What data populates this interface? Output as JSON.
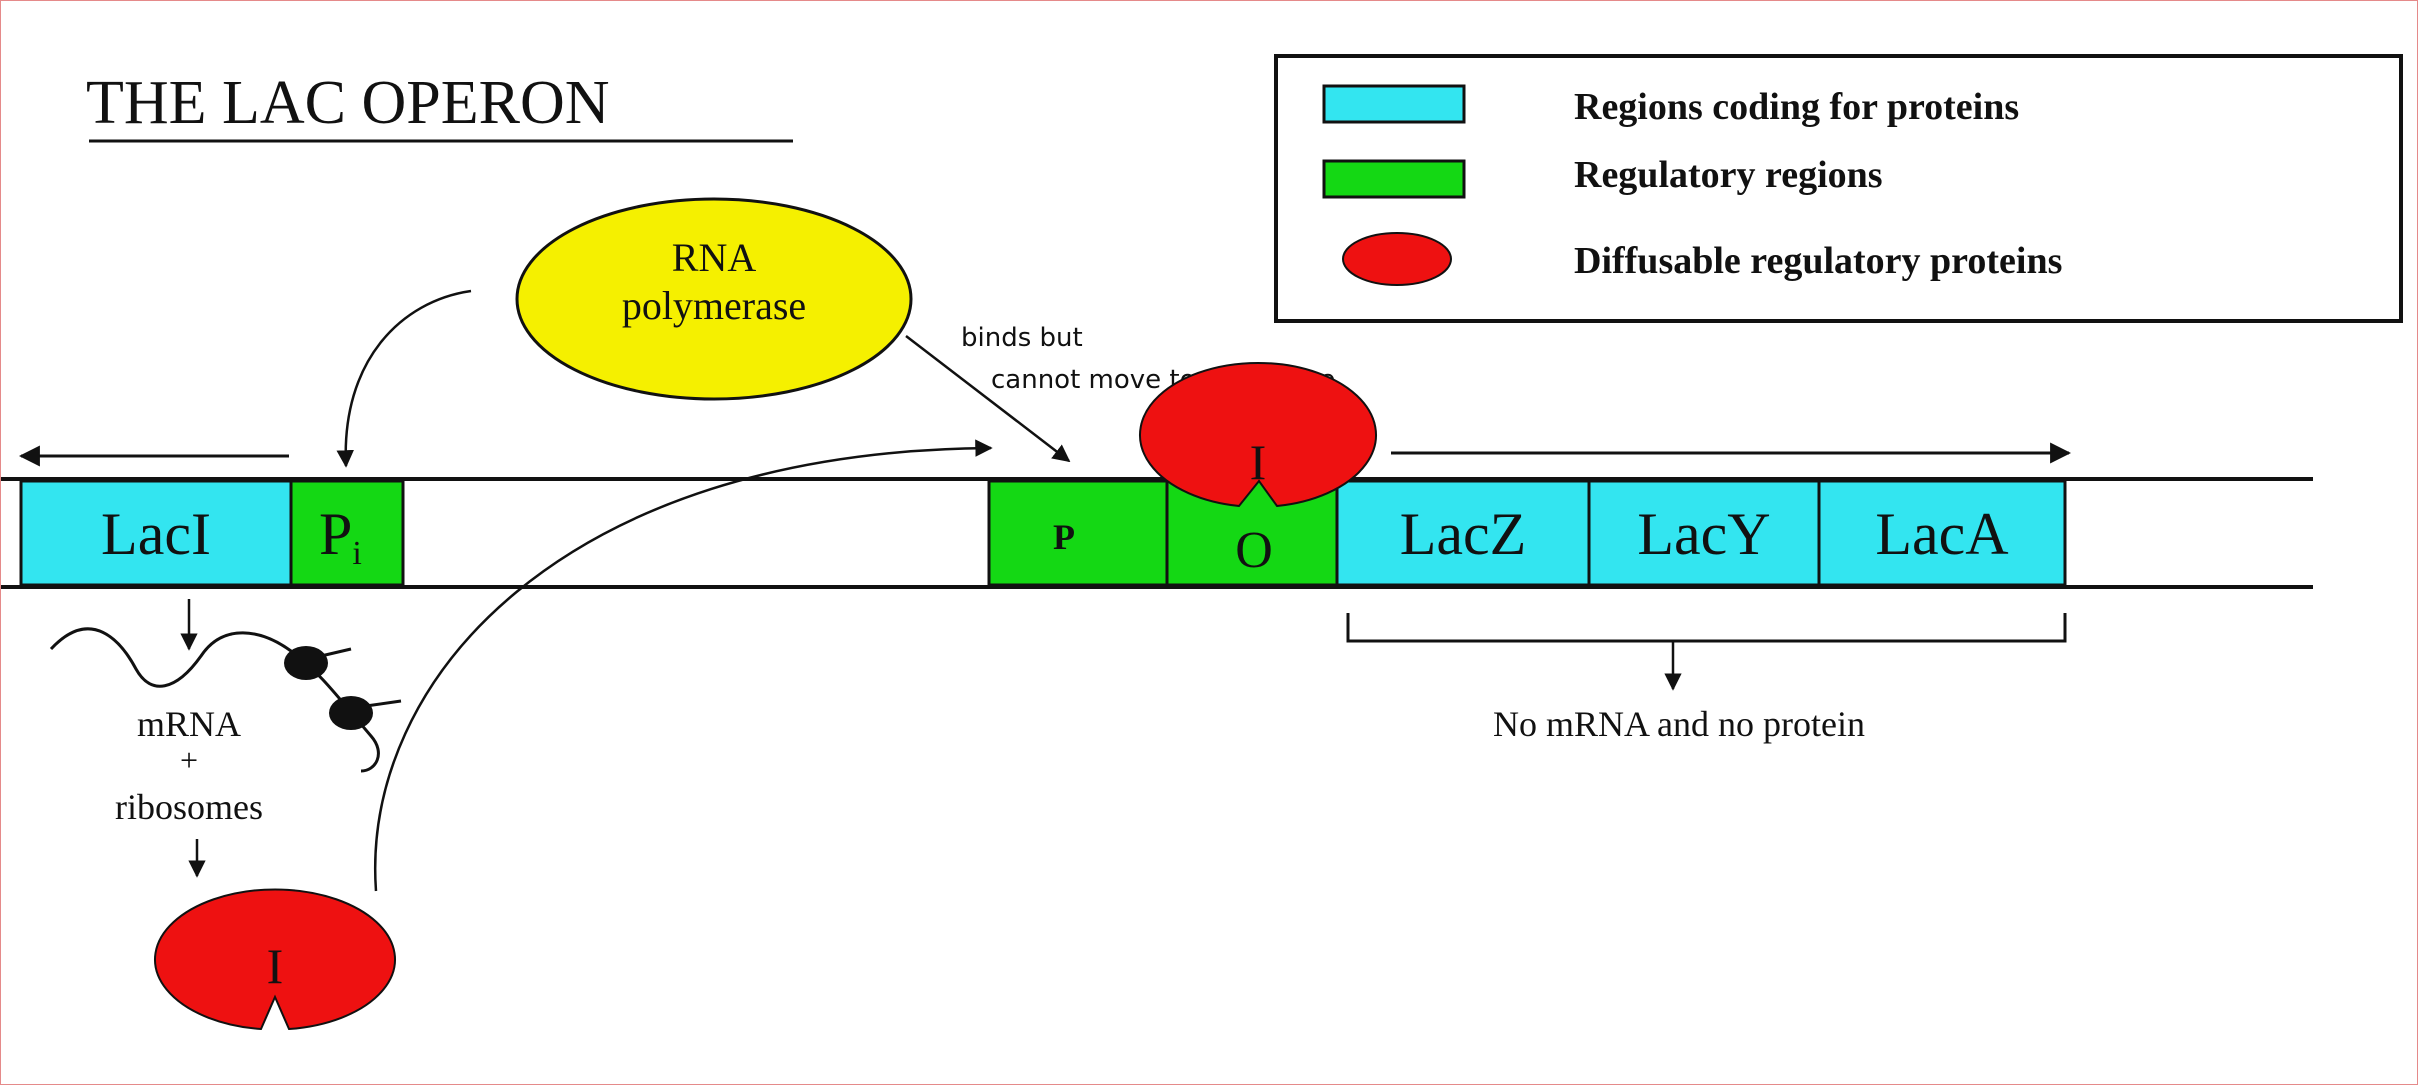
{
  "title": "THE LAC OPERON",
  "colors": {
    "coding": "#33e5f0",
    "regulatory": "#14d814",
    "repressor": "#ee1111",
    "polymerase": "#f5f000",
    "ink": "#111111"
  },
  "legend": {
    "items": [
      {
        "label": "Regions coding for proteins",
        "swatch": "coding-rect"
      },
      {
        "label": "Regulatory regions",
        "swatch": "regulatory-rect"
      },
      {
        "label": "Diffusable regulatory proteins",
        "swatch": "repressor-oval"
      }
    ]
  },
  "genes": {
    "laci": "LacI",
    "pi_main": "P",
    "pi_sub": "i",
    "promoter": "P",
    "operator": "O",
    "lacz": "LacZ",
    "lacy": "LacY",
    "laca": "LacA"
  },
  "polymerase": {
    "line1": "RNA",
    "line2": "polymerase"
  },
  "repressor_label": "I",
  "annotations": {
    "binds_line1": "binds but",
    "binds_line2": "cannot move to transcribe",
    "mrna": "mRNA",
    "plus": "+",
    "ribosomes": "ribosomes",
    "no_mrna": "No mRNA and no protein"
  }
}
